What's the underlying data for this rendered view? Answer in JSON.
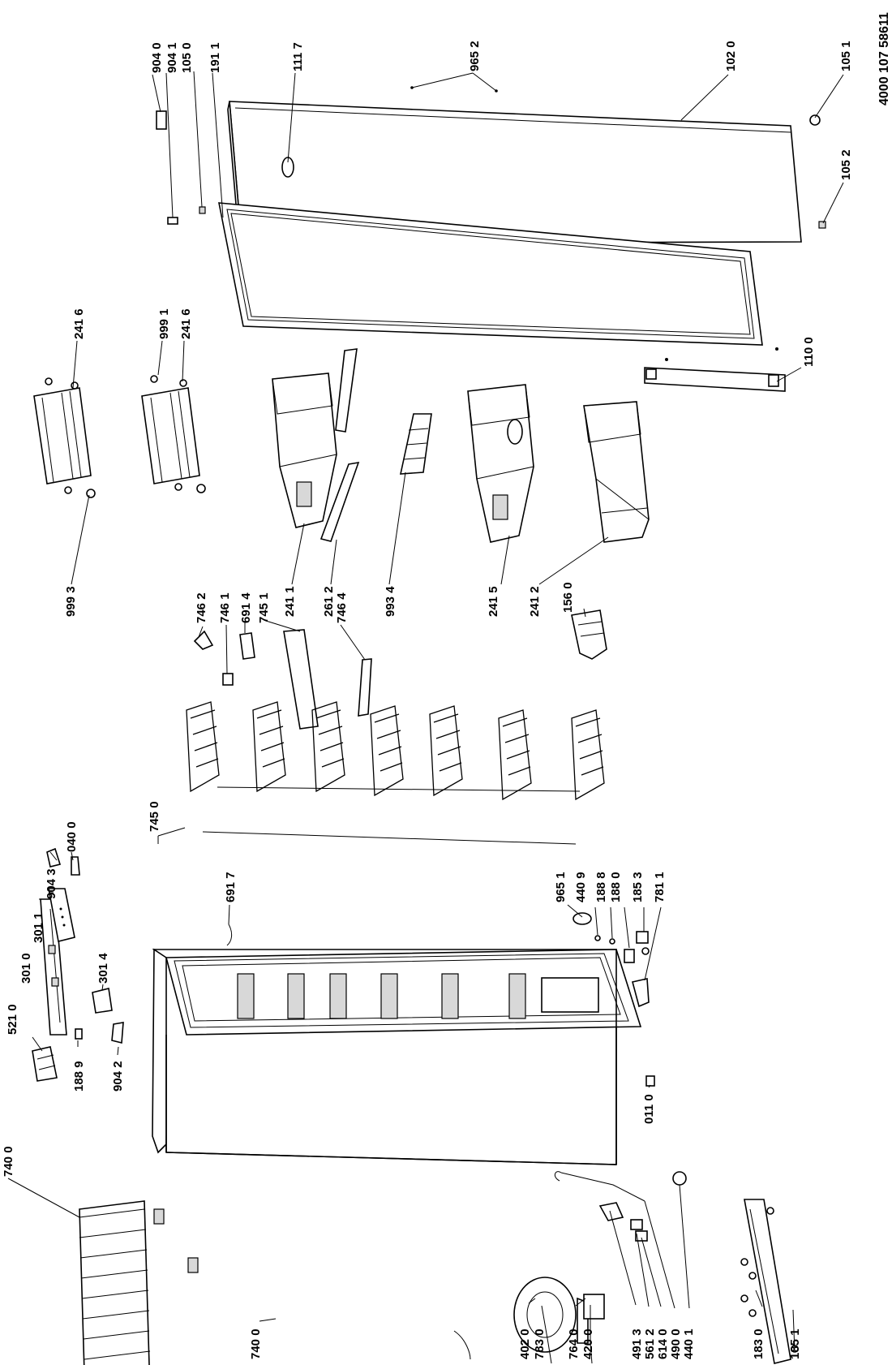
{
  "document_number": "4000 107 58611",
  "labels": [
    {
      "id": "l-9040",
      "text": "904 0"
    },
    {
      "id": "l-9041",
      "text": "904 1"
    },
    {
      "id": "l-1050",
      "text": "105 0"
    },
    {
      "id": "l-1911",
      "text": "191 1"
    },
    {
      "id": "l-1117",
      "text": "111 7"
    },
    {
      "id": "l-9652",
      "text": "965 2"
    },
    {
      "id": "l-1020",
      "text": "102 0"
    },
    {
      "id": "l-1051",
      "text": "105 1"
    },
    {
      "id": "l-1052",
      "text": "105 2"
    },
    {
      "id": "l-2416a",
      "text": "241 6"
    },
    {
      "id": "l-9991",
      "text": "999 1"
    },
    {
      "id": "l-2416b",
      "text": "241 6"
    },
    {
      "id": "l-1100",
      "text": "110 0"
    },
    {
      "id": "l-9993",
      "text": "999 3"
    },
    {
      "id": "l-2411",
      "text": "241 1"
    },
    {
      "id": "l-2612",
      "text": "261 2"
    },
    {
      "id": "l-9934",
      "text": "993 4"
    },
    {
      "id": "l-2415",
      "text": "241 5"
    },
    {
      "id": "l-2412",
      "text": "241 2"
    },
    {
      "id": "l-7462",
      "text": "746 2"
    },
    {
      "id": "l-7461",
      "text": "746 1"
    },
    {
      "id": "l-6914",
      "text": "691 4"
    },
    {
      "id": "l-7451",
      "text": "745 1"
    },
    {
      "id": "l-7464",
      "text": "746 4"
    },
    {
      "id": "l-1560",
      "text": "156 0"
    },
    {
      "id": "l-7450",
      "text": "745 0"
    },
    {
      "id": "l-0400",
      "text": "040 0"
    },
    {
      "id": "l-9043",
      "text": "904 3"
    },
    {
      "id": "l-3011",
      "text": "301 1"
    },
    {
      "id": "l-3010",
      "text": "301 0"
    },
    {
      "id": "l-5210",
      "text": "521 0"
    },
    {
      "id": "l-3014",
      "text": "301 4"
    },
    {
      "id": "l-1889",
      "text": "188 9"
    },
    {
      "id": "l-9042",
      "text": "904 2"
    },
    {
      "id": "l-6917",
      "text": "691 7"
    },
    {
      "id": "l-9651",
      "text": "965 1"
    },
    {
      "id": "l-4409",
      "text": "440 9"
    },
    {
      "id": "l-1888",
      "text": "188 8"
    },
    {
      "id": "l-1880",
      "text": "188 0"
    },
    {
      "id": "l-1853",
      "text": "185 3"
    },
    {
      "id": "l-7811",
      "text": "781 1"
    },
    {
      "id": "l-0110",
      "text": "011 0"
    },
    {
      "id": "l-7400a",
      "text": "740 0"
    },
    {
      "id": "l-7400b",
      "text": "740 0"
    },
    {
      "id": "l-4020",
      "text": "402 0"
    },
    {
      "id": "l-7830",
      "text": "783 0"
    },
    {
      "id": "l-7640",
      "text": "764 0"
    },
    {
      "id": "l-4200",
      "text": "420 0"
    },
    {
      "id": "l-4913",
      "text": "491 3"
    },
    {
      "id": "l-5612",
      "text": "561 2"
    },
    {
      "id": "l-6140",
      "text": "614 0"
    },
    {
      "id": "l-4900",
      "text": "490 0"
    },
    {
      "id": "l-4401",
      "text": "440 1"
    },
    {
      "id": "l-1830",
      "text": "183 0"
    },
    {
      "id": "l-1851",
      "text": "185 1"
    }
  ]
}
